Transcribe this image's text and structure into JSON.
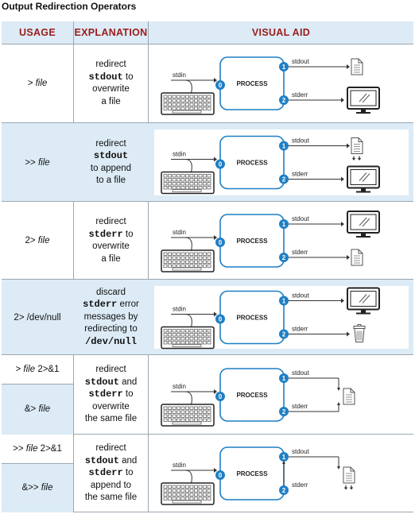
{
  "title": "Output Redirection Operators",
  "headers": {
    "usage": "USAGE",
    "explanation": "EXPLANATION",
    "visual": "VISUAL AID"
  },
  "diagram_labels": {
    "stdin": "stdin",
    "stdout": "stdout",
    "stderr": "stderr",
    "process": "PROCESS",
    "fd0": "0",
    "fd1": "1",
    "fd2": "2"
  },
  "rows": [
    {
      "usage": [
        {
          "pre": "> ",
          "it": "file",
          "post": ""
        }
      ],
      "explanation": [
        {
          "t": "redirect",
          "m": false
        },
        {
          "t": "stdout",
          "m": true,
          "tail": " to"
        },
        {
          "t": "overwrite",
          "m": false
        },
        {
          "t": "a file",
          "m": false
        }
      ],
      "stdout_target": "file",
      "stderr_target": "monitor"
    },
    {
      "usage": [
        {
          "pre": ">> ",
          "it": "file",
          "post": ""
        }
      ],
      "explanation": [
        {
          "t": "redirect",
          "m": false
        },
        {
          "t": "stdout",
          "m": true
        },
        {
          "t": "to append",
          "m": false
        },
        {
          "t": "to a file",
          "m": false
        }
      ],
      "stdout_target": "file-append",
      "stderr_target": "monitor"
    },
    {
      "usage": [
        {
          "pre": "2> ",
          "it": "file",
          "post": ""
        }
      ],
      "explanation": [
        {
          "t": "redirect",
          "m": false
        },
        {
          "t": "stderr",
          "m": true,
          "tail": " to"
        },
        {
          "t": "overwrite",
          "m": false
        },
        {
          "t": "a file",
          "m": false
        }
      ],
      "stdout_target": "monitor",
      "stderr_target": "file"
    },
    {
      "usage": [
        {
          "pre": "2> /dev/null",
          "it": "",
          "post": ""
        }
      ],
      "explanation": [
        {
          "t": "discard",
          "m": false
        },
        {
          "t": "stderr",
          "m": true,
          "tail": " error"
        },
        {
          "t": "messages by",
          "m": false
        },
        {
          "t": "redirecting to",
          "m": false
        },
        {
          "t": "/dev/null",
          "m": true
        }
      ],
      "stdout_target": "monitor",
      "stderr_target": "trash"
    },
    {
      "usage": [
        {
          "pre": "> ",
          "it": "file",
          "post": " 2>&1"
        },
        {
          "pre": "&> ",
          "it": "file",
          "post": ""
        }
      ],
      "explanation": [
        {
          "t": "redirect",
          "m": false
        },
        {
          "t": "stdout",
          "m": true,
          "tail": " and"
        },
        {
          "t": "stderr",
          "m": true,
          "tail": " to"
        },
        {
          "t": "overwrite",
          "m": false
        },
        {
          "t": "the same file",
          "m": false
        }
      ],
      "stdout_target": "same-file",
      "stderr_target": "same-file"
    },
    {
      "usage": [
        {
          "pre": ">> ",
          "it": "file",
          "post": " 2>&1"
        },
        {
          "pre": "&>> ",
          "it": "file",
          "post": ""
        }
      ],
      "explanation": [
        {
          "t": "redirect",
          "m": false
        },
        {
          "t": "stdout",
          "m": true,
          "tail": " and"
        },
        {
          "t": "stderr",
          "m": true,
          "tail": " to"
        },
        {
          "t": "append to",
          "m": false
        },
        {
          "t": "the same file",
          "m": false
        }
      ],
      "stdout_target": "same-file-append",
      "stderr_target": "merged"
    }
  ]
}
